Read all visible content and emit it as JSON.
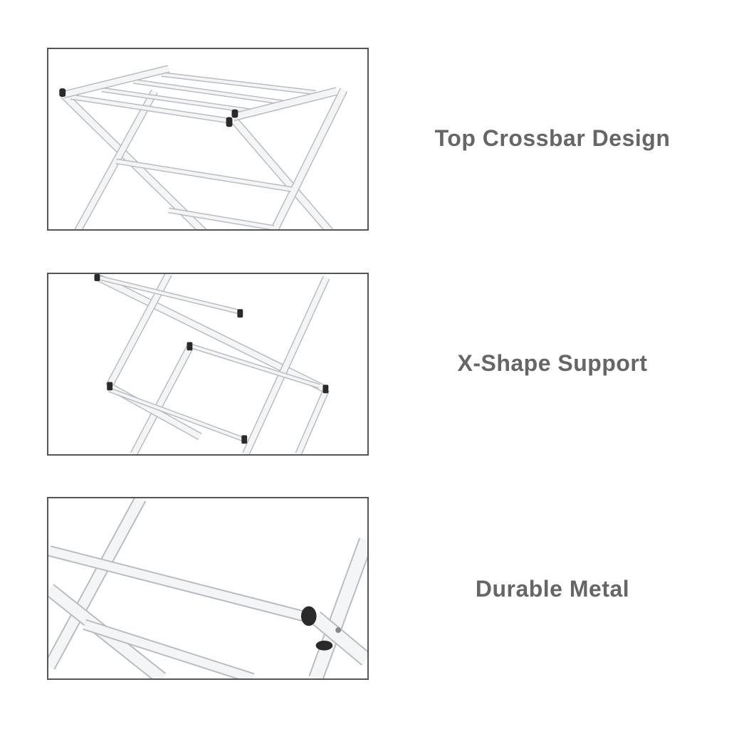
{
  "features": [
    {
      "label": "Top Crossbar Design",
      "image": "top-crossbar-closeup"
    },
    {
      "label": "X-Shape Support",
      "image": "x-shape-support-closeup"
    },
    {
      "label": "Durable Metal",
      "image": "durable-metal-closeup"
    }
  ],
  "colors": {
    "caption": "#666666",
    "frame": "#555555",
    "rack": "#f4f5f6",
    "caps": "#2a2a2a"
  }
}
